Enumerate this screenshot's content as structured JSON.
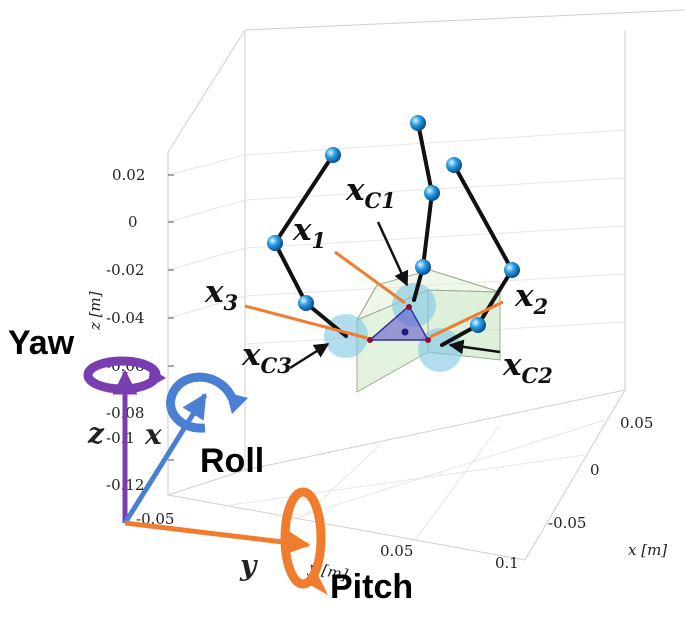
{
  "z_ticks": [
    "0.02",
    "0",
    "-0.02",
    "-0.04",
    "-0.06",
    "-0.08",
    "-0.1",
    "-0.12"
  ],
  "x_ticks": [
    "0.05",
    "0",
    "-0.05"
  ],
  "y_ticks": [
    "-0.05",
    "0.05",
    "0.1"
  ],
  "axes": {
    "x_label": "x [m]",
    "y_label": "y [m]",
    "z_label": "z [m]"
  },
  "labels": {
    "x1": {
      "base": "x",
      "sub": "1"
    },
    "x2": {
      "base": "x",
      "sub": "2"
    },
    "x3": {
      "base": "x",
      "sub": "3"
    },
    "xc1": {
      "base": "x",
      "sub": "C1"
    },
    "xc2": {
      "base": "x",
      "sub": "C2"
    },
    "xc3": {
      "base": "x",
      "sub": "C3"
    }
  },
  "frame": {
    "z": "z",
    "x": "x",
    "y": "y",
    "yaw": "Yaw",
    "roll": "Roll",
    "pitch": "Pitch"
  },
  "colors": {
    "joint": "#1e90d8",
    "link": "#111111",
    "contact_sphere": "#7fc6e4",
    "orange": "#f07d2e",
    "purple": "#7a3db0",
    "blue": "#4a7fd4",
    "triangle": "#5a4fc8",
    "box": "#c9e6c2"
  }
}
